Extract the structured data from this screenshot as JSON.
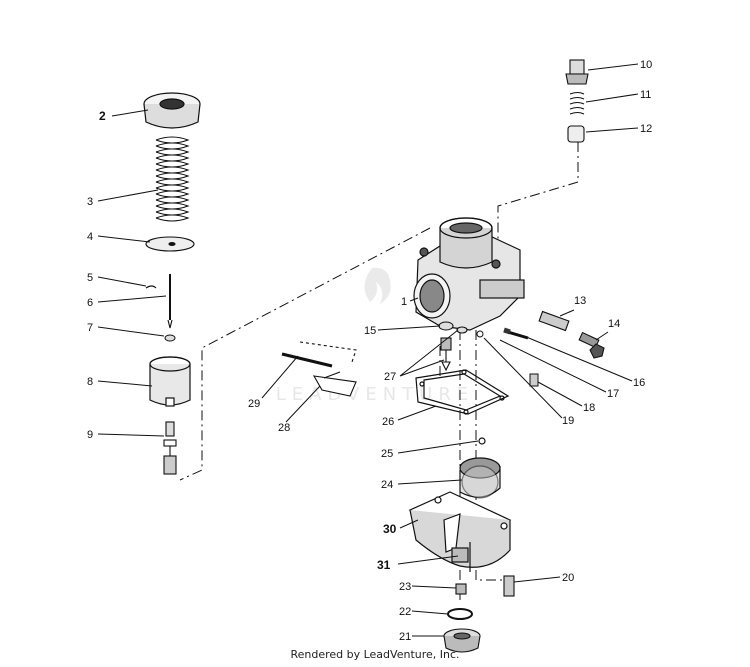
{
  "parts": {
    "p1": "1",
    "p2": "2",
    "p3": "3",
    "p4": "4",
    "p5": "5",
    "p6": "6",
    "p7": "7",
    "p8": "8",
    "p9": "9",
    "p10": "10",
    "p11": "11",
    "p12": "12",
    "p13": "13",
    "p14": "14",
    "p15": "15",
    "p16": "16",
    "p17": "17",
    "p18": "18",
    "p19": "19",
    "p20": "20",
    "p21": "21",
    "p22": "22",
    "p23": "23",
    "p24": "24",
    "p25": "25",
    "p26": "26",
    "p27": "27",
    "p28": "28",
    "p29": "29",
    "p30": "30",
    "p31": "31"
  },
  "watermark": "LEADVENTURE",
  "footer": "Rendered by LeadVenture, Inc."
}
